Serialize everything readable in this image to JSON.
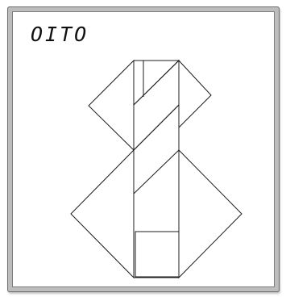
{
  "title": "OITO",
  "pieces": [
    "triangle",
    "triangle",
    "triangle",
    "triangle",
    "triangle",
    "square",
    "parallelogram"
  ]
}
